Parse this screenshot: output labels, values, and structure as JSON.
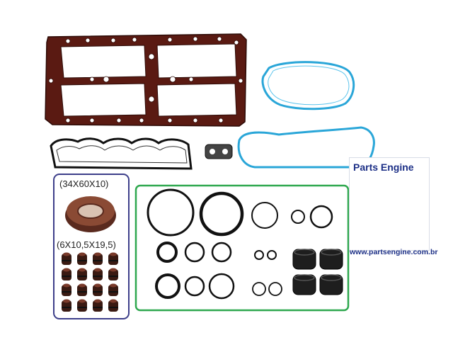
{
  "labels": {
    "oil_seal_size": "(34X60X10)",
    "valve_stem_seal_size": "(6X10,5X19,5)"
  },
  "brand": {
    "name": "Parts Engine",
    "url": "www.partsengine.com.br",
    "color": "#1c2f86",
    "icons": [
      "hex-nut-icon",
      "wrench-icon"
    ]
  },
  "colors": {
    "head_gasket": "#5a1a12",
    "blue_gasket": "#2aa6d8",
    "oring": "#111111",
    "oil_seal": "#7a3a2a",
    "seal_frame": "#3d3f8a",
    "oring_frame": "#2fa84f"
  },
  "valve_stem_seals": {
    "count": 16
  }
}
